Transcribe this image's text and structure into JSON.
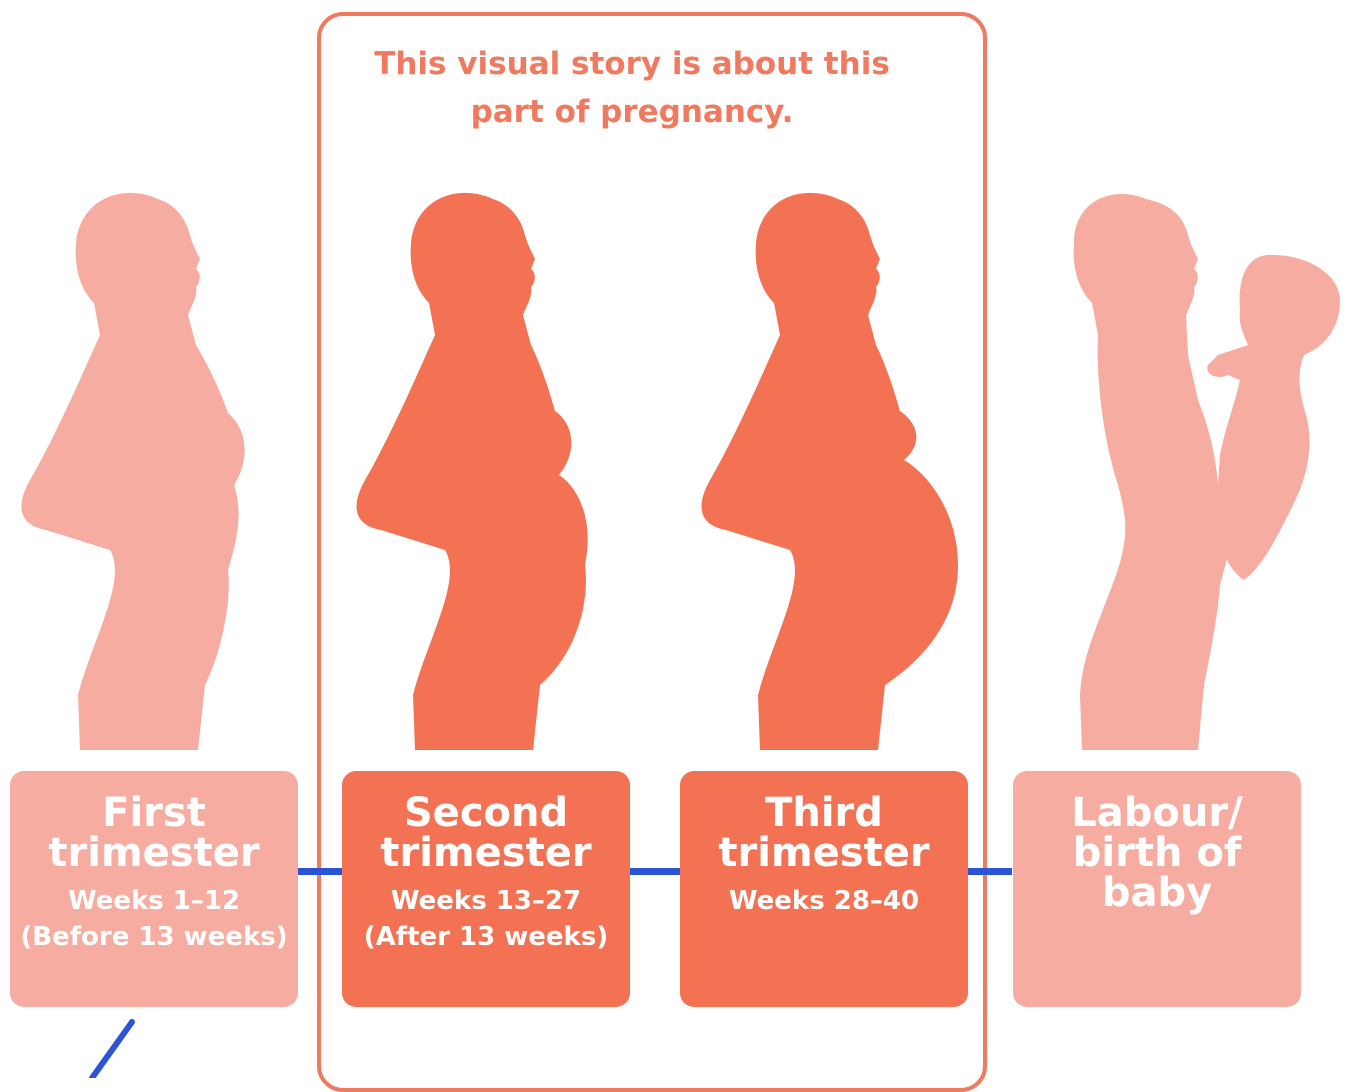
{
  "caption": {
    "line1": "This visual story is about this",
    "line2": "part of pregnancy."
  },
  "stages": [
    {
      "title_line1": "First",
      "title_line2": "trimester",
      "sub_line1": "Weeks 1–12",
      "sub_line2": "(Before 13 weeks)"
    },
    {
      "title_line1": "Second",
      "title_line2": "trimester",
      "sub_line1": "Weeks 13–27",
      "sub_line2": "(After 13 weeks)"
    },
    {
      "title_line1": "Third",
      "title_line2": "trimester",
      "sub_line1": "Weeks 28–40"
    },
    {
      "title_line1": "Labour/",
      "title_line2": "birth of",
      "title_line3": "baby"
    }
  ],
  "colors": {
    "highlight": "#f27253",
    "muted": "#f6aca1",
    "frame": "#ef7a5f",
    "timeline": "#2b55d6"
  },
  "icons": [
    "pregnant-woman-silhouette-icon",
    "mother-holding-baby-silhouette-icon"
  ]
}
